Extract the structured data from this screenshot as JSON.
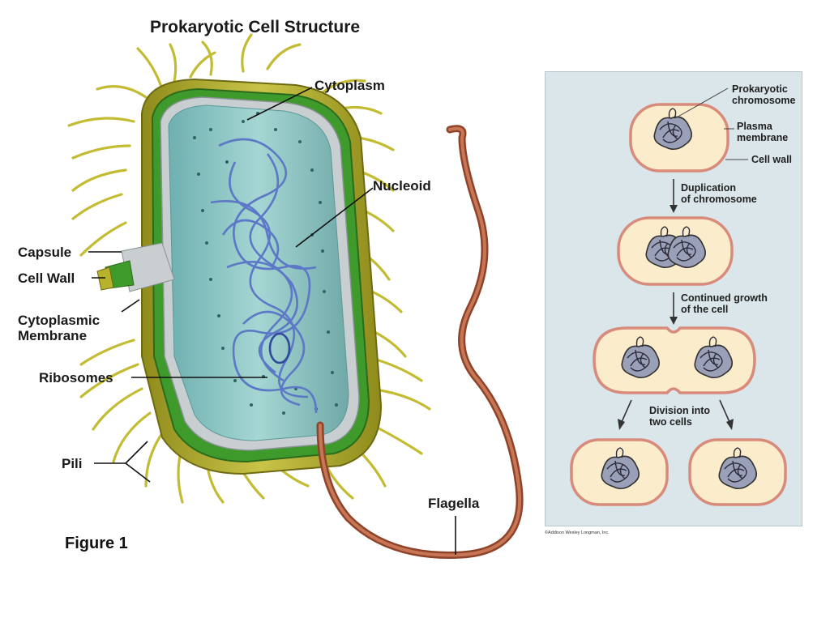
{
  "title": "Prokaryotic Cell Structure",
  "figure_label": "Figure 1",
  "labels": {
    "cytoplasm": "Cytoplasm",
    "nucleoid": "Nucleoid",
    "capsule": "Capsule",
    "cell_wall": "Cell Wall",
    "cytoplasmic_membrane_line1": "Cytoplasmic",
    "cytoplasmic_membrane_line2": "Membrane",
    "ribosomes": "Ribosomes",
    "pili": "Pili",
    "flagella": "Flagella"
  },
  "fission_panel": {
    "prokaryotic_chromosome_line1": "Prokaryotic",
    "prokaryotic_chromosome_line2": "chromosome",
    "plasma_membrane_line1": "Plasma",
    "plasma_membrane_line2": "membrane",
    "cell_wall": "Cell wall",
    "step1_line1": "Duplication",
    "step1_line2": "of chromosome",
    "step2_line1": "Continued growth",
    "step2_line2": "of the cell",
    "step3_line1": "Division into",
    "step3_line2": "two cells",
    "copyright": "©Addison Wesley Longman, Inc."
  },
  "colors": {
    "cell_wall_green": "#3f9a2c",
    "capsule_yellow": "#b6b22c",
    "cytoplasm": "#8cc4c4",
    "dna_blue": "#5c78c6",
    "flagella_brown": "#a8583a",
    "panel_bg": "#dbe6ea",
    "panel_cell": "#fbeccb"
  }
}
